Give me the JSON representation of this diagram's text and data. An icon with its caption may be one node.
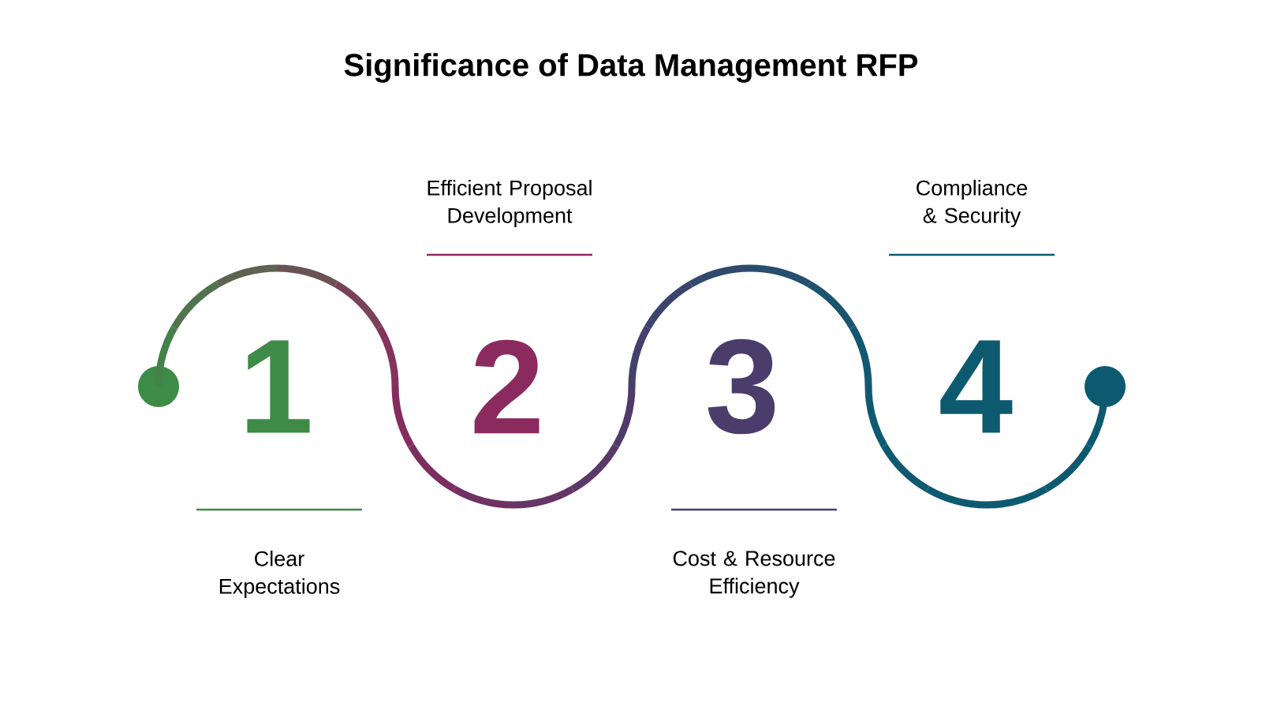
{
  "diagram": {
    "title": "Significance of Data Management RFP",
    "labels": [
      "Efficient Proposal Development",
      "Compliance & Security",
      "1",
      "2",
      "3",
      "4",
      "Clear Expectations",
      "Cost & Resource Efficiency"
    ]
  }
}
